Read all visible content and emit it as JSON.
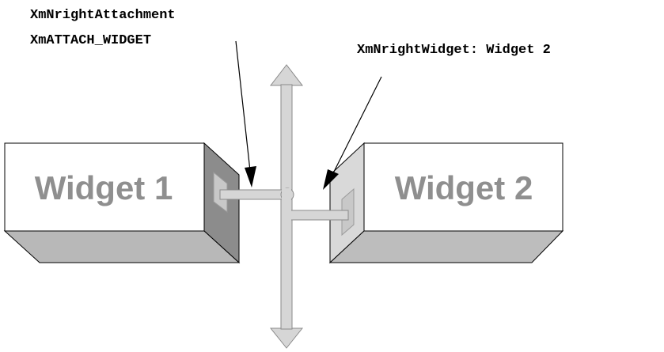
{
  "diagram": {
    "callouts": {
      "attachment_resource": "XmNrightAttachment",
      "attachment_value": "XmATTACH_WIDGET",
      "right_widget": "XmNrightWidget: Widget 2"
    },
    "widgets": {
      "left": {
        "label": "Widget 1"
      },
      "right": {
        "label": "Widget 2"
      }
    },
    "colors": {
      "widget_face": "#ffffff",
      "widget_outline": "#000000",
      "widget_label": "#8f8f8f",
      "left_side_face": "#8c8c8c",
      "left_bottom_face": "#b8b8b8",
      "right_side_face": "#d9d9d9",
      "right_bottom_face": "#bdbdbd",
      "attachment_bar": "#d6d6d6",
      "bar_outline": "#8a8a8a",
      "leader_line": "#000000"
    }
  }
}
